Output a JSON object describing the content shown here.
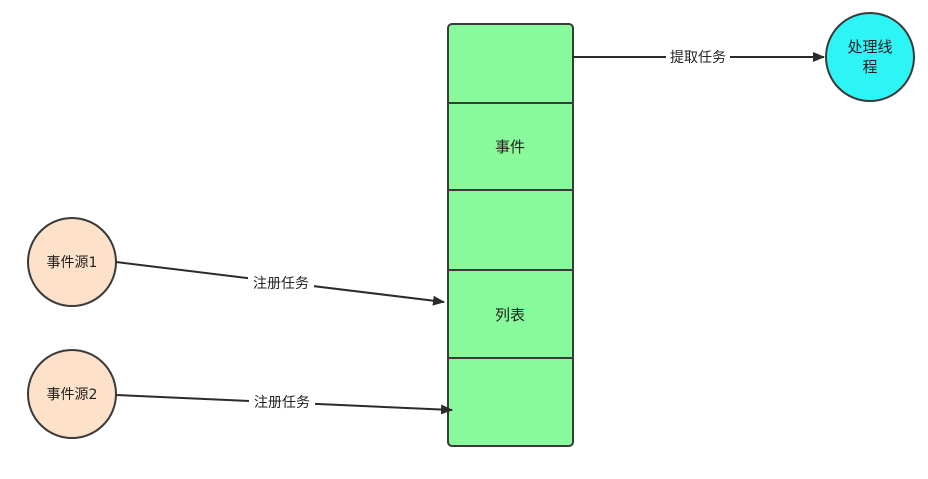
{
  "colors": {
    "queue_fill": "#88fa9b",
    "queue_stroke": "#3a3a3a",
    "source_fill": "#fde1c9",
    "source_stroke": "#3a3a3a",
    "processor_fill": "#2df5f5",
    "processor_stroke": "#3a3a3a",
    "edge": "#2b2b2b"
  },
  "queue": {
    "segments": [
      "",
      "事件",
      "",
      "列表",
      ""
    ]
  },
  "processor": {
    "label_line1": "处理线",
    "label_line2": "程"
  },
  "sources": [
    {
      "label": "事件源1"
    },
    {
      "label": "事件源2"
    }
  ],
  "edges": {
    "fetch_label": "提取任务",
    "register1_label": "注册任务",
    "register2_label": "注册任务"
  }
}
